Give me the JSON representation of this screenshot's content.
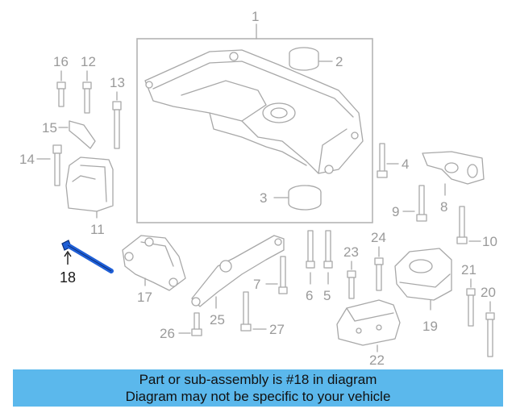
{
  "diagram": {
    "labels": {
      "p1": "1",
      "p2": "2",
      "p3": "3",
      "p4": "4",
      "p5": "5",
      "p6": "6",
      "p7": "7",
      "p8": "8",
      "p9": "9",
      "p10": "10",
      "p11": "11",
      "p12": "12",
      "p13": "13",
      "p14": "14",
      "p15": "15",
      "p16": "16",
      "p17": "17",
      "p18": "18",
      "p19": "19",
      "p20": "20",
      "p21": "21",
      "p22": "22",
      "p23": "23",
      "p24": "24",
      "p25": "25",
      "p26": "26",
      "p27": "27"
    },
    "highlight_color": "#1f5fd6"
  },
  "banner": {
    "line1": "Part or sub-assembly is #18 in diagram",
    "line2": "Diagram may not be specific to your vehicle",
    "color": "#5bb8ec"
  }
}
